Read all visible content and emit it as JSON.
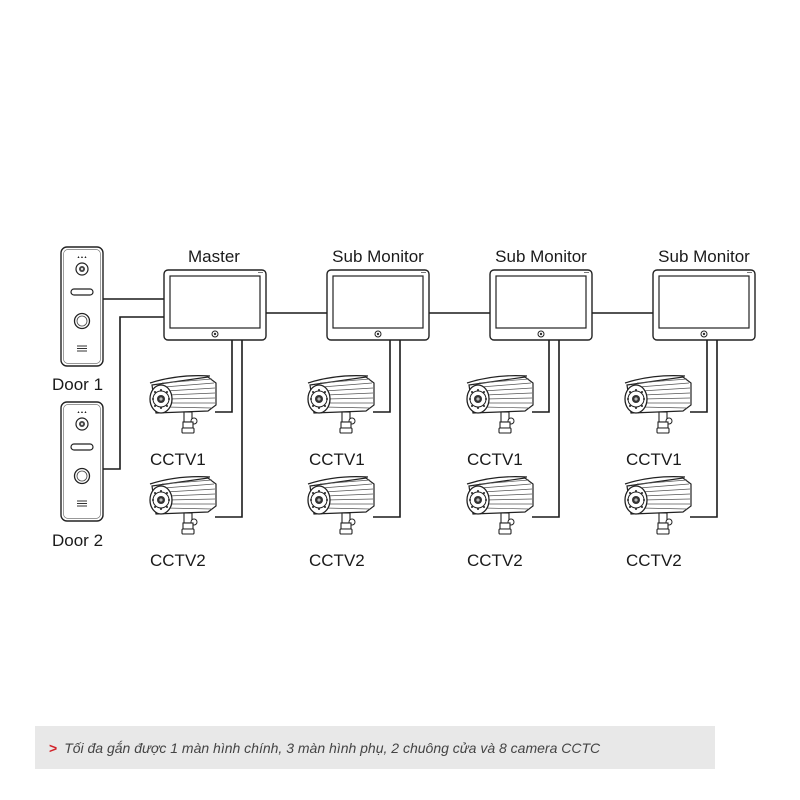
{
  "doors": [
    {
      "label": "Door 1"
    },
    {
      "label": "Door 2"
    }
  ],
  "monitors": [
    {
      "label": "Master"
    },
    {
      "label": "Sub Monitor"
    },
    {
      "label": "Sub Monitor"
    },
    {
      "label": "Sub Monitor"
    }
  ],
  "cameras": {
    "cctv1_label": "CCTV1",
    "cctv2_label": "CCTV2"
  },
  "caption": {
    "marker": ">",
    "text": "Tối đa gắn được 1 màn hình chính, 3 màn hình phụ, 2 chuông cửa và 8 camera CCTC"
  },
  "colors": {
    "line": "#1a1a1a",
    "caption_bg": "#e8e8e8",
    "accent": "#d2232a"
  }
}
